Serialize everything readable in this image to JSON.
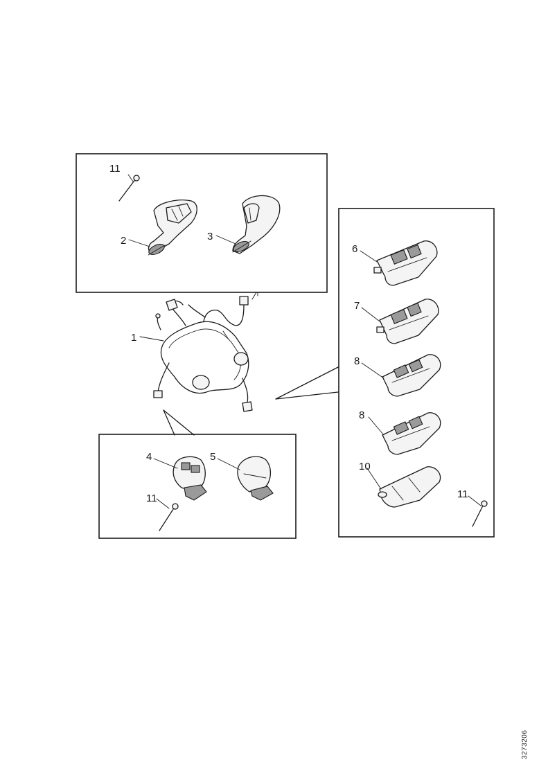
{
  "callouts": {
    "harness": "1",
    "left_switch_a": "2",
    "right_switch_a": "3",
    "left_switch_b": "4",
    "right_switch_b": "5",
    "switch_6": "6",
    "switch_7": "7",
    "switch_8a": "8",
    "switch_8b": "8",
    "switch_10": "10",
    "screw_top": "11",
    "screw_bottom_left": "11",
    "screw_right": "11"
  },
  "document_ref": "3273206"
}
